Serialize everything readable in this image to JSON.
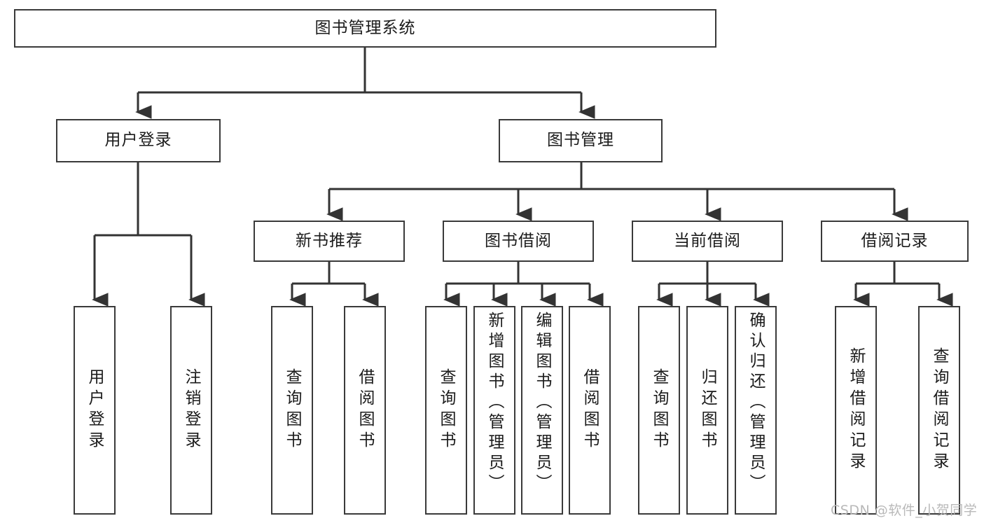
{
  "diagram": {
    "type": "tree-hierarchy",
    "title": "图书管理系统",
    "colors": {
      "box_border": "#3a3a3a",
      "box_fill": "#ffffff",
      "connector": "#333333",
      "text": "#1b1b1b",
      "watermark": "#b9b9b9",
      "background": "#ffffff"
    },
    "root": {
      "label": "图书管理系统"
    },
    "level2": [
      {
        "label": "用户登录"
      },
      {
        "label": "图书管理"
      }
    ],
    "level3": [
      {
        "label": "新书推荐"
      },
      {
        "label": "图书借阅"
      },
      {
        "label": "当前借阅"
      },
      {
        "label": "借阅记录"
      }
    ],
    "leaves": {
      "user_login": [
        {
          "label": "用户登录"
        },
        {
          "label": "注销登录"
        }
      ],
      "new_book_recommend": [
        {
          "label": "查询图书"
        },
        {
          "label": "借阅图书"
        }
      ],
      "book_borrow": [
        {
          "label": "查询图书"
        },
        {
          "label": "新增图书（管理员）"
        },
        {
          "label": "编辑图书（管理员）"
        },
        {
          "label": "借阅图书"
        }
      ],
      "current_borrow": [
        {
          "label": "查询图书"
        },
        {
          "label": "归还图书"
        },
        {
          "label": "确认归还（管理员）"
        }
      ],
      "borrow_record": [
        {
          "label": "新增借阅记录"
        },
        {
          "label": "查询借阅记录"
        }
      ]
    },
    "watermark": {
      "text": "CSDN @软件_小贺同学"
    }
  }
}
